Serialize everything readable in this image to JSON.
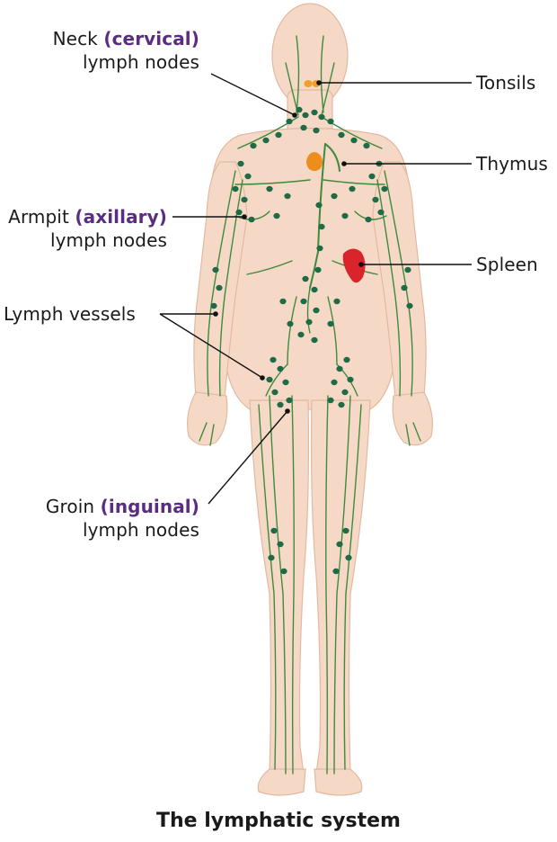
{
  "labels": {
    "neck": {
      "word": "Neck",
      "highlight": "(cervical)",
      "line2": "lymph nodes"
    },
    "armpit": {
      "word": "Armpit",
      "highlight": "(axillary)",
      "line2": "lymph nodes"
    },
    "vessels": {
      "line1": "Lymph vessels"
    },
    "groin": {
      "word": "Groin",
      "highlight": "(inguinal)",
      "line2": "lymph nodes"
    },
    "tonsils": "Tonsils",
    "thymus": "Thymus",
    "spleen": "Spleen"
  },
  "caption": "The lymphatic system",
  "colors": {
    "skin": "#f5d9c6",
    "skin_outline": "#e2b9a0",
    "vessel": "#3f8a3d",
    "node": "#1e6b46",
    "highlight": "#5b2d82",
    "tonsils": "#f0a02a",
    "thymus": "#ee8c1c",
    "spleen": "#d9242b",
    "leader": "#111111"
  }
}
